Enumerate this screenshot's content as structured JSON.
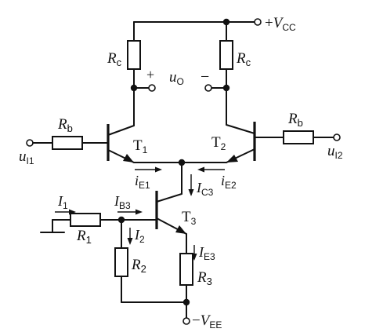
{
  "nodes": {
    "vcc": {
      "sign": "+",
      "symbol": "V",
      "subscript": "CC"
    },
    "vee": {
      "sign": "−",
      "symbol": "V",
      "subscript": "EE"
    },
    "output": {
      "symbol": "u",
      "subscript": "O",
      "plus": "+",
      "minus": "−"
    },
    "input1": {
      "symbol": "u",
      "subscript": "I1"
    },
    "input2": {
      "symbol": "u",
      "subscript": "I2"
    }
  },
  "components": {
    "rc_left": {
      "symbol": "R",
      "subscript": "c"
    },
    "rc_right": {
      "symbol": "R",
      "subscript": "c"
    },
    "rb_left": {
      "symbol": "R",
      "subscript": "b"
    },
    "rb_right": {
      "symbol": "R",
      "subscript": "b"
    },
    "r1": {
      "symbol": "R",
      "subscript": "1"
    },
    "r2": {
      "symbol": "R",
      "subscript": "2"
    },
    "r3": {
      "symbol": "R",
      "subscript": "3"
    },
    "t1": {
      "symbol": "T",
      "subscript": "1"
    },
    "t2": {
      "symbol": "T",
      "subscript": "2"
    },
    "t3": {
      "symbol": "T",
      "subscript": "3"
    }
  },
  "currents": {
    "ie1": {
      "symbol": "i",
      "subscript": "E1"
    },
    "ie2": {
      "symbol": "i",
      "subscript": "E2"
    },
    "ic3": {
      "symbol": "I",
      "subscript": "C3"
    },
    "i1": {
      "symbol": "I",
      "subscript": "1"
    },
    "ib3": {
      "symbol": "I",
      "subscript": "B3"
    },
    "i2": {
      "symbol": "I",
      "subscript": "2"
    },
    "ie3": {
      "symbol": "I",
      "subscript": "E3"
    }
  }
}
